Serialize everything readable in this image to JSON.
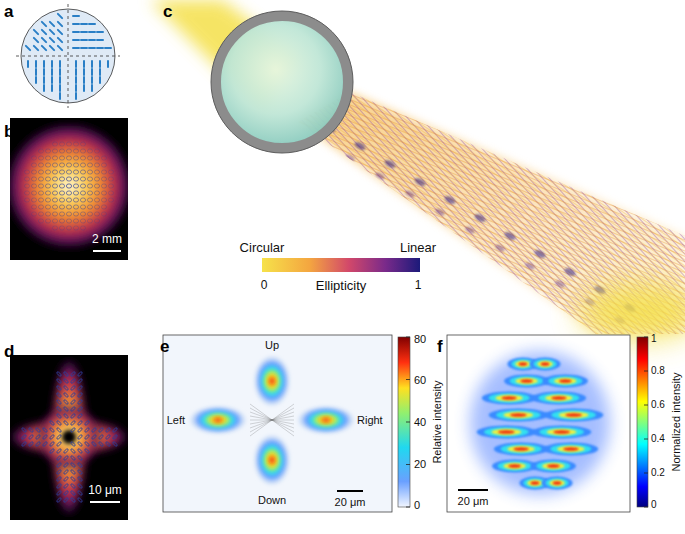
{
  "diagram": {
    "labels": [
      "a",
      "b",
      "c",
      "d",
      "e",
      "f",
      "2 mm",
      "Circular",
      "Linear",
      "0",
      "Ellipticity",
      "1",
      "10 μm",
      "Up",
      "Left",
      "Right",
      "Down",
      "20 μm",
      "80",
      "60",
      "40",
      "20",
      "0",
      "Relative intensity",
      "20 μm",
      "1",
      "0.8",
      "0.6",
      "0.4",
      "0.2",
      "0",
      "Normalized intensity"
    ]
  }
}
